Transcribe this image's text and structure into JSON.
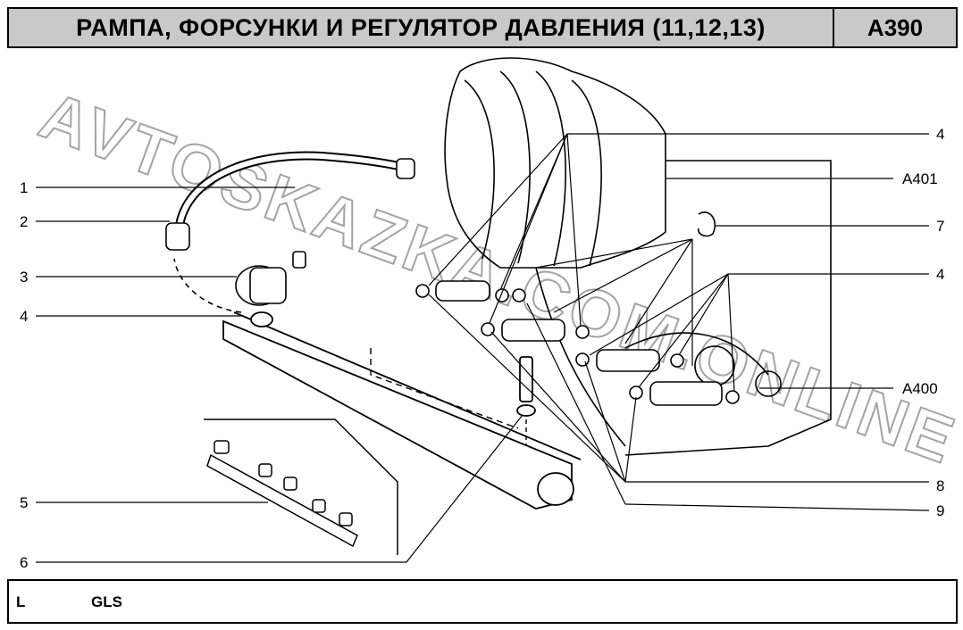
{
  "header": {
    "title": "РАМПА, ФОРСУНКИ И РЕГУЛЯТОР ДАВЛЕНИЯ (11,12,13)",
    "code": "A390"
  },
  "callouts_left": [
    "1",
    "2",
    "3",
    "4",
    "5",
    "6"
  ],
  "callouts_right": [
    "4",
    "A401",
    "7",
    "4",
    "A400",
    "8",
    "9"
  ],
  "watermark": "AVTOSKAZKA.COM.ONLINE",
  "footer": {
    "col1": "L",
    "col2": "GLS"
  }
}
